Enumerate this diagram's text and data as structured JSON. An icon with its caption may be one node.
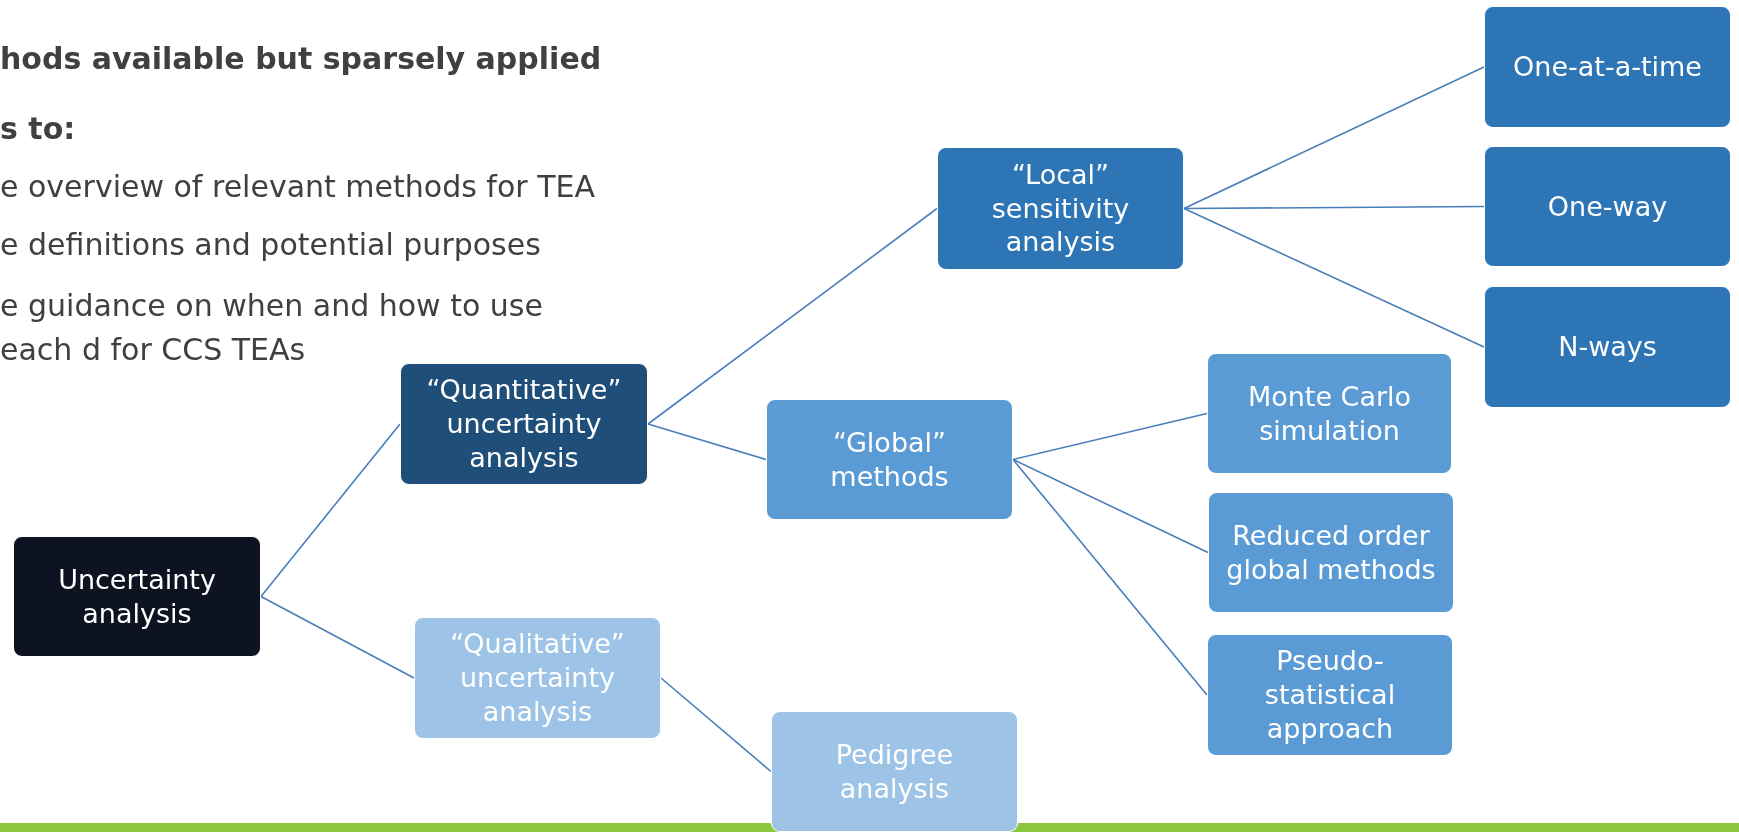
{
  "diagram": {
    "nodes": [
      {
        "text": [
          "Uncertainty analysis"
        ]
      },
      {
        "text": [
          "“Quantitative” uncertainty analysis"
        ]
      },
      {
        "text": [
          "“Qualitative” uncertainty analysis"
        ]
      },
      {
        "text": [
          "“Local” sensitivity analysis"
        ]
      },
      {
        "text": [
          "“Global” methods"
        ]
      },
      {
        "text": [
          "Pedigree analysis"
        ]
      },
      {
        "text": [
          "One-at-a-time"
        ]
      },
      {
        "text": [
          "One-way"
        ]
      },
      {
        "text": [
          "N-ways"
        ]
      },
      {
        "text": [
          "Monte Carlo simulation"
        ]
      },
      {
        "text": [
          "Reduced order global methods"
        ]
      },
      {
        "text": [
          "Pseudo-statistical approach"
        ]
      }
    ],
    "edges": [
      {
        "from": 0,
        "to": 1,
        "arrow": "none"
      },
      {
        "from": 0,
        "to": 2,
        "arrow": "none"
      },
      {
        "from": 1,
        "to": 3,
        "arrow": "none"
      },
      {
        "from": 1,
        "to": 4,
        "arrow": "none"
      },
      {
        "from": 2,
        "to": 5,
        "arrow": "none"
      },
      {
        "from": 3,
        "to": 6,
        "arrow": "none"
      },
      {
        "from": 3,
        "to": 7,
        "arrow": "none"
      },
      {
        "from": 3,
        "to": 8,
        "arrow": "none"
      },
      {
        "from": 4,
        "to": 9,
        "arrow": "none"
      },
      {
        "from": 4,
        "to": 10,
        "arrow": "none"
      },
      {
        "from": 4,
        "to": 11,
        "arrow": "none"
      }
    ],
    "labels": [
      "hods available but sparsely applied",
      "s to:",
      "e overview of relevant methods for TEA",
      "e definitions and potential purposes",
      "e guidance on when and how to use each d for CCS TEAs"
    ]
  }
}
